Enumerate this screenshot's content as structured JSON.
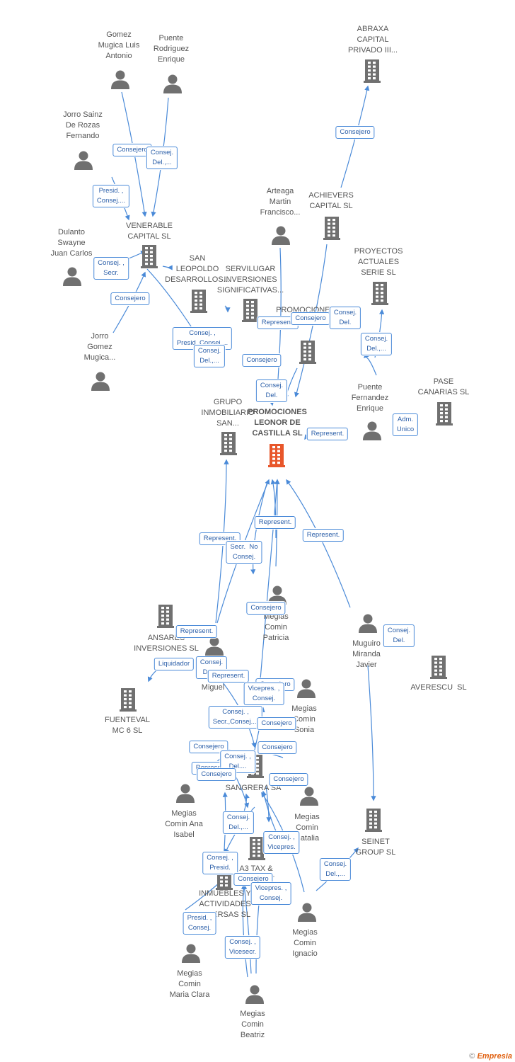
{
  "colors": {
    "edge": "#4a8ad8",
    "icon": "#707070",
    "main": "#e8562a"
  },
  "nodes": [
    {
      "id": "gomez",
      "type": "person",
      "label": "Gomez\nMugica Luis\nAntonio"
    },
    {
      "id": "puente_r",
      "type": "person",
      "label": "Puente\nRodriguez\nEnrique"
    },
    {
      "id": "abraxa",
      "type": "company",
      "label": "ABRAXA\nCAPITAL\nPRIVADO III..."
    },
    {
      "id": "jorro_sainz",
      "type": "person",
      "label": "Jorro Sainz\nDe Rozas\nFernando"
    },
    {
      "id": "arteaga",
      "type": "person",
      "label": "Arteaga\nMartin\nFrancisco..."
    },
    {
      "id": "achievers",
      "type": "company",
      "label": "ACHIEVERS\nCAPITAL SL"
    },
    {
      "id": "dulanto",
      "type": "person",
      "label": "Dulanto\nSwayne\nJuan Carlos"
    },
    {
      "id": "venerable",
      "type": "company",
      "label": "VENERABLE\nCAPITAL SL"
    },
    {
      "id": "san_leopoldo",
      "type": "company",
      "label": "SAN\nLEOPOLDO\nDESARROLLOS..."
    },
    {
      "id": "servilugar",
      "type": "company",
      "label": "SERVILUGAR\nINVERSIONES\nSIGNIFICATIVAS..."
    },
    {
      "id": "proyectos",
      "type": "company",
      "label": "PROYECTOS\nACTUALES\nSERIE SL"
    },
    {
      "id": "promociones_san",
      "type": "company",
      "label": "PROMOCIONES\nSAN..."
    },
    {
      "id": "jorro_gomez",
      "type": "person",
      "label": "Jorro\nGomez\nMugica..."
    },
    {
      "id": "grupo",
      "type": "company",
      "label": "GRUPO\nINMOBILIARIO\nSAN..."
    },
    {
      "id": "main",
      "type": "company",
      "label": "PROMOCIONES\nLEONOR DE\nCASTILLA SL"
    },
    {
      "id": "puente_f",
      "type": "person",
      "label": "Puente\nFernandez\nEnrique"
    },
    {
      "id": "pase",
      "type": "company",
      "label": "PASE\nCANARIAS SL"
    },
    {
      "id": "patricia",
      "type": "person",
      "label": "Megias\nComin\nPatricia"
    },
    {
      "id": "ansares",
      "type": "company",
      "label": "ANSARES\nINVERSIONES SL"
    },
    {
      "id": "miguel",
      "type": "person",
      "label": "Miguel"
    },
    {
      "id": "muguiro",
      "type": "person",
      "label": "Muguiro\nMiranda\nJavier"
    },
    {
      "id": "averescu",
      "type": "company",
      "label": "AVERESCU  SL"
    },
    {
      "id": "sonia",
      "type": "person",
      "label": "Megias\nComin\nSonia"
    },
    {
      "id": "fuenteval",
      "type": "company",
      "label": "FUENTEVAL\nMC 6 SL"
    },
    {
      "id": "sangrera",
      "type": "company",
      "label": "SANGRERA SA"
    },
    {
      "id": "ana",
      "type": "person",
      "label": "Megias\nComin Ana\nIsabel"
    },
    {
      "id": "natalia",
      "type": "person",
      "label": "Megias\nComin\nNatalia"
    },
    {
      "id": "seinet",
      "type": "company",
      "label": "SEINET\nGROUP SL"
    },
    {
      "id": "a3tax",
      "type": "company",
      "label": "A3 TAX &\nCONSULT"
    },
    {
      "id": "inmuebles",
      "type": "company",
      "label": "INMUEBLES Y\nACTIVIDADES\nDIVERSAS SL"
    },
    {
      "id": "ignacio",
      "type": "person",
      "label": "Megias\nComin\nIgnacio"
    },
    {
      "id": "maria_clara",
      "type": "person",
      "label": "Megias\nComin\nMaria Clara"
    },
    {
      "id": "beatriz",
      "type": "person",
      "label": "Megias\nComin\nBeatriz"
    }
  ],
  "tags": [
    "Consejero",
    "Consej.\nDel.,...",
    "Presid. ,\nConsej....",
    "Consejero",
    "Consej. ,\nSecr.",
    "Consejero",
    "Consej. ,\nPresid.,Consej....",
    "Consej.\nDel.,...",
    "Represent.",
    "Consejero",
    "Consejero",
    "Consej.\nDel.",
    "Consej.\nDel.,...",
    "Consej.\nDel.",
    "Adm.\nUnico",
    "Represent.",
    "Represent.",
    "Represent.",
    "Secr.  No\nConsej.",
    "Represent.",
    "Consejero",
    "Represent.",
    "Consej.\nDel.",
    "Liquidador",
    "Consej.\nDel....",
    "Represent.",
    "Consejero",
    "Vicepres. ,\nConsej.",
    "Consej. ,\nSecr.,Consej....",
    "Consejero",
    "Consejero",
    "Consejero",
    "Represent.",
    "Consej. ,\nDel....",
    "Consejero",
    "Consejero",
    "Consej.\nDel.,...",
    "Consej. ,\nVicepres.",
    "Consej. ,\nPresid.",
    "Consejero",
    "Vicepres. ,\nConsej.",
    "Consej.\nDel.,...",
    "Presid. ,\nConsej.",
    "Consej. ,\nVicesecr."
  ],
  "footer": {
    "copyright": "©",
    "brand": "Empresia"
  }
}
